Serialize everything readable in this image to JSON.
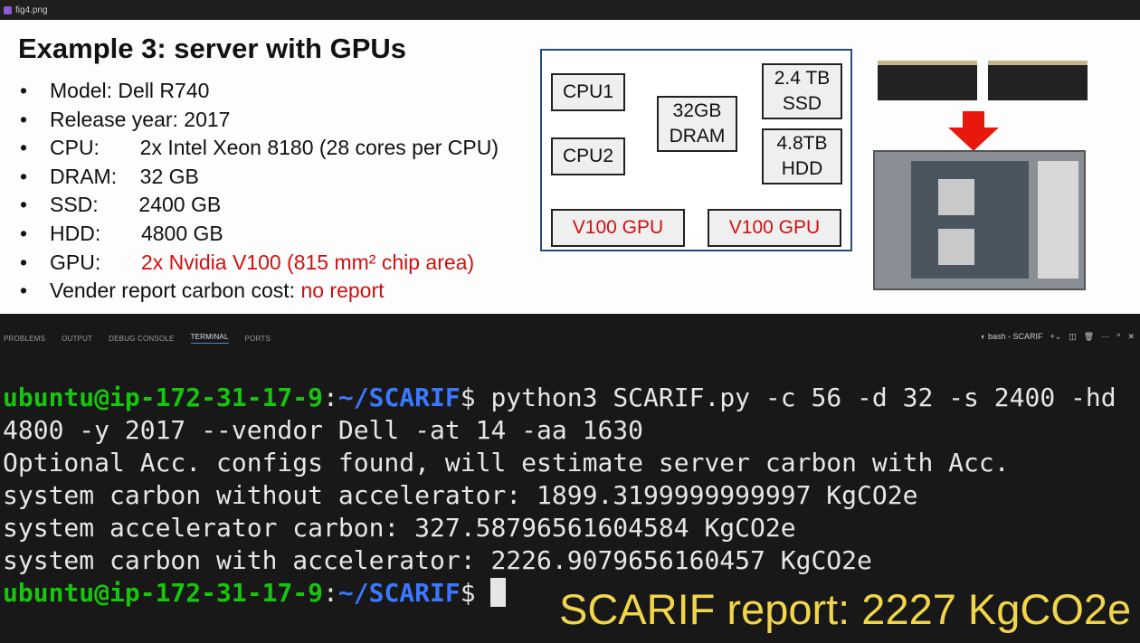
{
  "window": {
    "filename": "fig4.png"
  },
  "slide": {
    "title": "Example 3:  server with GPUs",
    "bullets": [
      {
        "label": "Model: Dell R740",
        "value": ""
      },
      {
        "label": "Release year: 2017",
        "value": ""
      },
      {
        "label": "CPU:       2x Intel Xeon 8180 (28 cores per CPU)",
        "value": ""
      },
      {
        "label": "DRAM:    32 GB",
        "value": ""
      },
      {
        "label": "SSD:       2400 GB",
        "value": ""
      },
      {
        "label": "HDD:       4800 GB",
        "value": ""
      },
      {
        "label": "GPU:       ",
        "value": "2x Nvidia V100 (815 mm² chip area)"
      },
      {
        "label": "Vender report carbon cost: ",
        "value": "no report"
      }
    ],
    "diagram": {
      "cpu1": "CPU1",
      "cpu2": "CPU2",
      "dram": "32GB DRAM",
      "ssd": "2.4 TB SSD",
      "hdd": "4.8TB HDD",
      "gpu1": "V100 GPU",
      "gpu2": "V100 GPU"
    }
  },
  "panel": {
    "tabs": [
      "PROBLEMS",
      "OUTPUT",
      "DEBUG CONSOLE",
      "TERMINAL",
      "PORTS"
    ],
    "active_tab": "TERMINAL",
    "terminal_name": "bash - SCARIF"
  },
  "terminal": {
    "prompt_user": "ubuntu@ip-172-31-17-9",
    "prompt_path": "~/SCARIF",
    "command": "python3 SCARIF.py -c 56 -d 32 -s 2400 -hd",
    "command_cont": "4800 -y 2017 --vendor Dell -at 14 -aa 1630",
    "output": [
      "Optional Acc. configs found, will estimate server carbon with Acc.",
      "system carbon without accelerator: 1899.3199999999997 KgCO2e",
      "system accelerator carbon: 327.58796561604584 KgCO2e",
      "system carbon with accelerator: 2226.9079656160457 KgCO2e"
    ]
  },
  "overlay": "SCARIF report: 2227 KgCO2e",
  "colors": {
    "prompt": "#16c60c",
    "path": "#3b78ff",
    "highlight": "#d01010",
    "overlay": "#f2d649"
  }
}
